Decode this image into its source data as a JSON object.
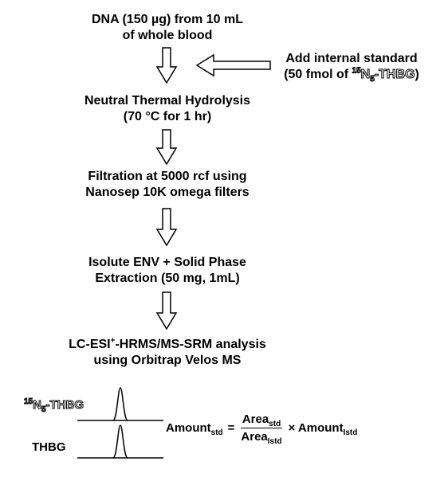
{
  "steps": [
    {
      "line1": "DNA (150 µg) from 10 mL",
      "line2": "of whole blood"
    },
    {
      "line1": "Neutral Thermal Hydrolysis",
      "line2": "(70 °C for 1 hr)"
    },
    {
      "line1": "Filtration at 5000 rcf using",
      "line2": "Nanosep 10K omega filters"
    },
    {
      "line1": "Isolute ENV + Solid Phase",
      "line2": "Extraction (50 mg, 1mL)"
    },
    {
      "line1a": "LC-ESI",
      "line1sup": "+",
      "line1b": "-HRMS/MS-SRM analysis",
      "line2": "using Orbitrap Velos MS"
    }
  ],
  "side_note": {
    "line1": "Add internal standard",
    "line2a": "(50 fmol of ",
    "isotope_sup": "15",
    "isotope_n": "N",
    "isotope_sub": "5",
    "isotope_rest": "-THBG",
    "line2b": ")"
  },
  "chromatograms": {
    "label_isotope": {
      "sup": "15",
      "n": "N",
      "sub": "5",
      "rest": "-THBG"
    },
    "label_analyte": "THBG"
  },
  "formula": {
    "lhs": "Amount",
    "lhs_sub": "std",
    "equals": "=",
    "num": "Area",
    "num_sub": "std",
    "den": "Area",
    "den_sub": "Istd",
    "times": "× Amount",
    "rhs_sub": "Istd"
  }
}
